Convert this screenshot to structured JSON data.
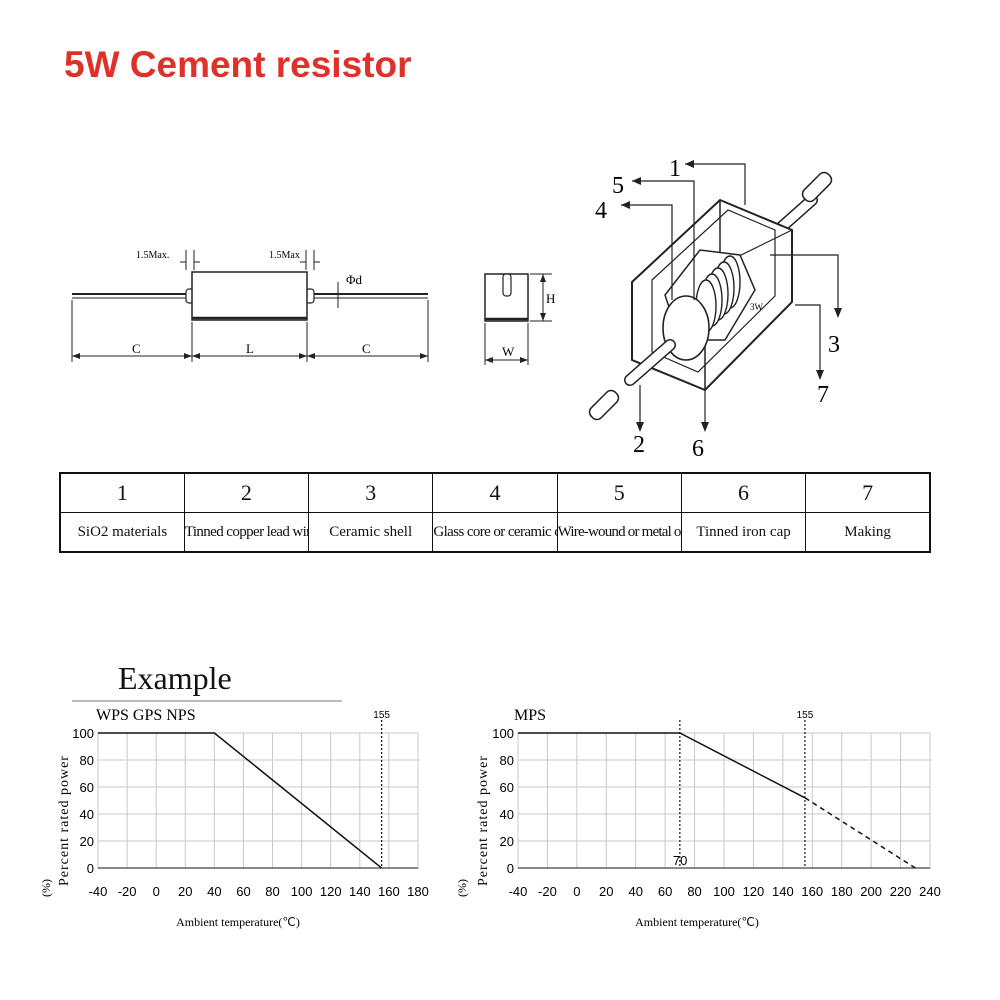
{
  "title": "5W Cement resistor",
  "dimension_drawing": {
    "labels": {
      "lead_max_left": "1.5Max.",
      "lead_max_right": "1.5Max",
      "phi_d": "Φd",
      "c_left": "C",
      "l": "L",
      "c_right": "C",
      "h": "H",
      "w": "W"
    }
  },
  "exploded_view": {
    "callouts": [
      "1",
      "5",
      "4",
      "3",
      "7",
      "2",
      "6"
    ],
    "marking": "3W"
  },
  "parts_table": {
    "numbers": [
      "1",
      "2",
      "3",
      "4",
      "5",
      "6",
      "7"
    ],
    "names": [
      "SiO2 materials",
      "Tinned copper lead wire",
      "Ceramic shell",
      "Glass core or ceramic core",
      "Wire-wound or metal oxide film",
      "Tinned iron cap",
      "Making"
    ]
  },
  "example_title": "Example",
  "chart_data": [
    {
      "type": "line",
      "title": "WPS  GPS NPS",
      "xlabel": "Ambient temperature(℃)",
      "ylabel": "Percent rated power",
      "yunit": "(%)",
      "xlim": [
        -40,
        180
      ],
      "ylim": [
        0,
        100
      ],
      "xticks": [
        "-40",
        "-20",
        "0",
        "20",
        "40",
        "60",
        "80",
        "100",
        "120",
        "140",
        "160",
        "180"
      ],
      "yticks": [
        "0",
        "20",
        "40",
        "60",
        "80",
        "100"
      ],
      "grid": true,
      "series": [
        {
          "x": [
            -40,
            40,
            155
          ],
          "y": [
            100,
            100,
            0
          ],
          "style": "solid"
        }
      ],
      "annotations": [
        {
          "x": 155,
          "label": "155",
          "style": "dotted-vertical"
        }
      ]
    },
    {
      "type": "line",
      "title": "MPS",
      "xlabel": "Ambient temperature(℃)",
      "ylabel": "Percent rated power",
      "yunit": "(%)",
      "xlim": [
        -40,
        240
      ],
      "ylim": [
        0,
        100
      ],
      "xticks": [
        "-40",
        "-20",
        "0",
        "20",
        "40",
        "60",
        "80",
        "100",
        "120",
        "140",
        "160",
        "180",
        "200",
        "220",
        "240"
      ],
      "yticks": [
        "0",
        "20",
        "40",
        "60",
        "80",
        "100"
      ],
      "grid": true,
      "series": [
        {
          "x": [
            -40,
            70,
            155
          ],
          "y": [
            100,
            100,
            52
          ],
          "style": "solid"
        },
        {
          "x": [
            155,
            230
          ],
          "y": [
            52,
            0
          ],
          "style": "dashed"
        }
      ],
      "annotations": [
        {
          "x": 155,
          "label": "155",
          "style": "dotted-vertical"
        },
        {
          "x": 70,
          "label": "70",
          "style": "dotted-vertical"
        }
      ]
    }
  ]
}
